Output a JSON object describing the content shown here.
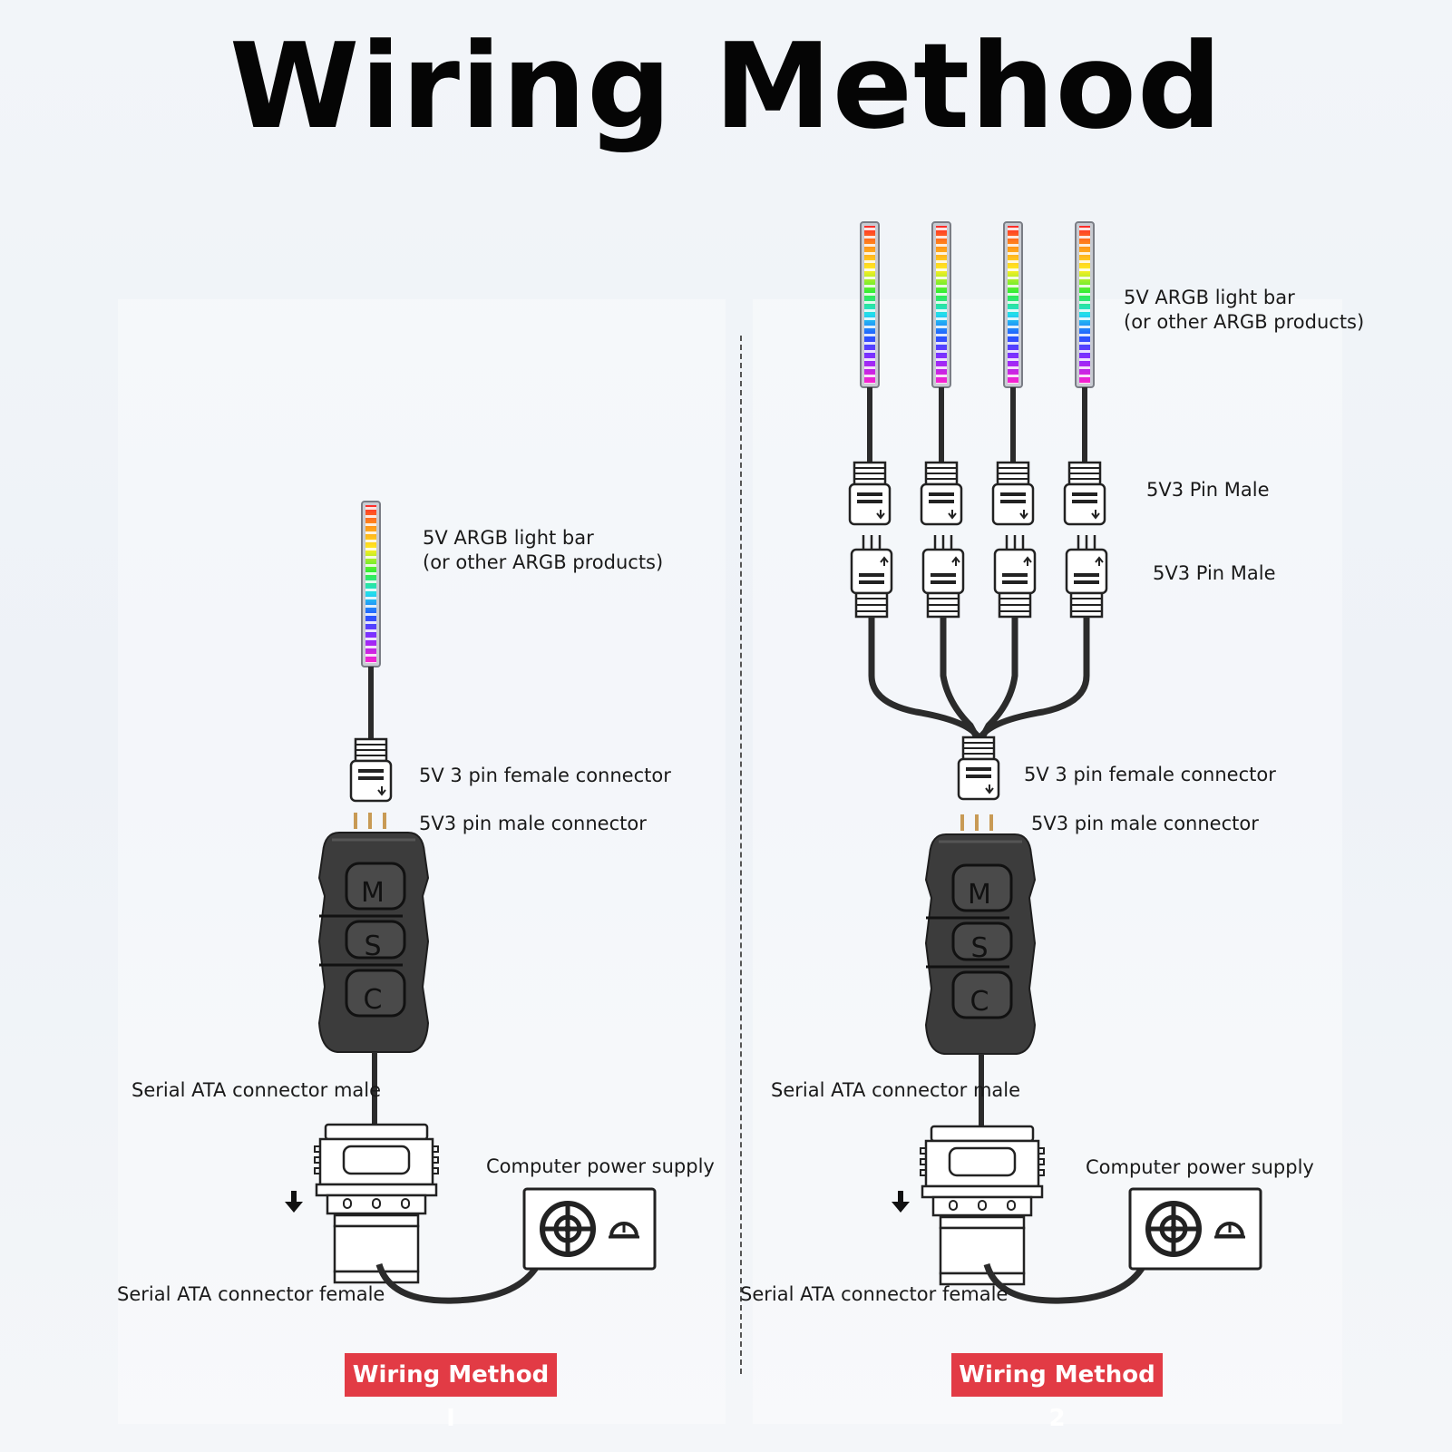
{
  "title": "Wiring Method",
  "method1": {
    "badge": "Wiring Method I",
    "labels": {
      "light_bar_line1": "5V ARGB light bar",
      "light_bar_line2": "(or other ARGB products)",
      "female_connector": "5V 3 pin female connector",
      "male_connector": "5V3 pin male connector",
      "sata_male": "Serial ATA connector male",
      "power_supply": "Computer power supply",
      "sata_female": "Serial ATA connector female"
    }
  },
  "method2": {
    "badge": "Wiring Method 2",
    "labels": {
      "light_bar_line1": "5V ARGB light bar",
      "light_bar_line2": "(or other ARGB products)",
      "pin_male_top": "5V3 Pin Male",
      "pin_male_bottom": "5V3 Pin Male",
      "female_connector": "5V 3 pin female connector",
      "male_connector": "5V3 pin male connector",
      "sata_male": "Serial ATA connector male",
      "power_supply": "Computer power supply",
      "sata_female": "Serial ATA connector female"
    }
  },
  "controller_buttons": [
    "M",
    "S",
    "C"
  ],
  "colors": {
    "badge_bg": "#e23b45",
    "controller_body": "#3f3f3f",
    "cable": "#2b2b2b",
    "led_gradient": [
      "#ff2a2a",
      "#ff9a1a",
      "#ffee22",
      "#33ee33",
      "#22ddee",
      "#2255ff",
      "#8a2bff",
      "#ff22cc"
    ]
  }
}
